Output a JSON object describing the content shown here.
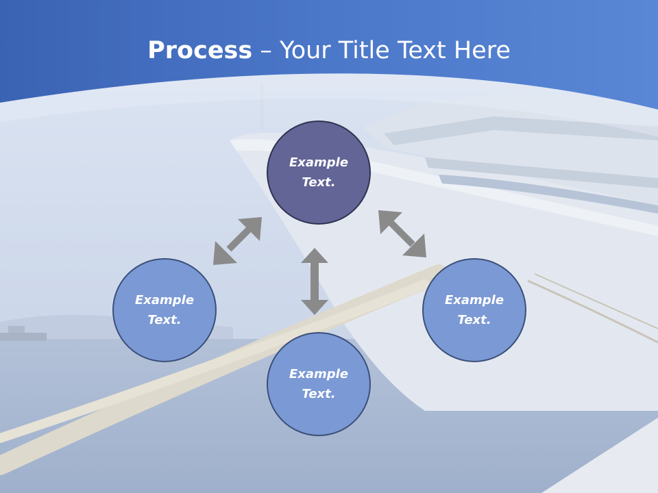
{
  "title": {
    "bold": "Process",
    "rest": " – Your Title Text Here"
  },
  "nodes": {
    "top": {
      "line1": "Example",
      "line2": "Text."
    },
    "left": {
      "line1": "Example",
      "line2": "Text."
    },
    "bottom": {
      "line1": "Example",
      "line2": "Text."
    },
    "right": {
      "line1": "Example",
      "line2": "Text."
    }
  },
  "colors": {
    "header_blue": "#4a77c8",
    "top_circle": "#636596",
    "side_circle": "#7b99d4",
    "arrow": "#8a8a8a"
  }
}
